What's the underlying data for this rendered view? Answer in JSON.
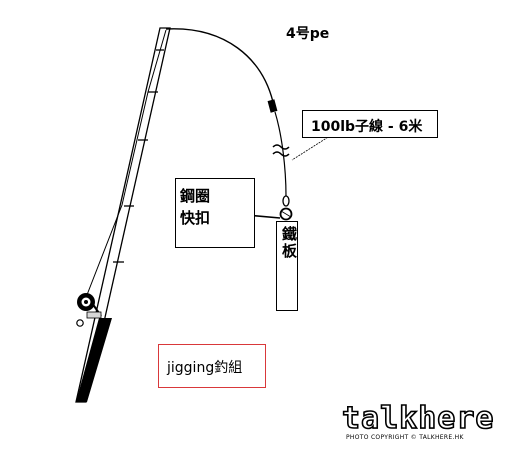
{
  "labels": {
    "mainline": "4号pe",
    "leader": "100lb子線 - 6米",
    "ring_clip": "鋼圈\n快扣",
    "jig": "鐵板",
    "title": "jigging釣組"
  },
  "watermark": {
    "brand": "talkhere",
    "credit": "PHOTO COPYRIGHT © TALKHERE.HK"
  },
  "colors": {
    "line": "#000000",
    "title_border": "#d9383a"
  }
}
